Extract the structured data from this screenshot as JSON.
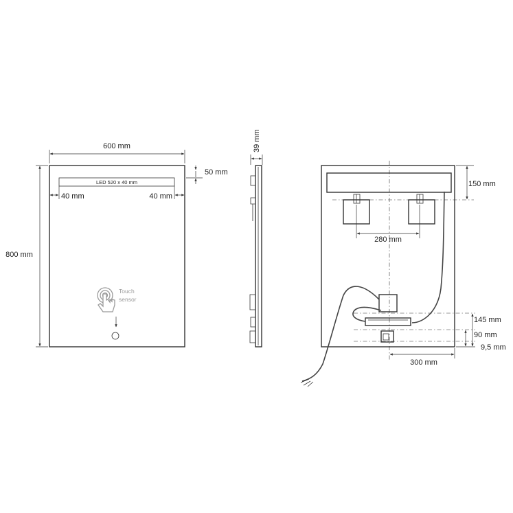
{
  "front_view": {
    "width_label": "600 mm",
    "height_label": "800 mm",
    "led_top_offset_label": "50 mm",
    "led_strip_label": "LED 520 x 40 mm",
    "led_left_margin_label": "40 mm",
    "led_right_margin_label": "40 mm",
    "touch_sensor_label_line1": "Touch",
    "touch_sensor_label_line2": "sensor"
  },
  "side_view": {
    "depth_label": "39 mm"
  },
  "back_view": {
    "led_height_label": "150 mm",
    "bracket_spacing_label": "280 mm",
    "dim_145_label": "145 mm",
    "dim_90_label": "90 mm",
    "dim_9_5_label": "9,5 mm",
    "dim_300_label": "300 mm"
  },
  "colors": {
    "line": "#333333",
    "touch_grey": "#9a9a9a"
  }
}
